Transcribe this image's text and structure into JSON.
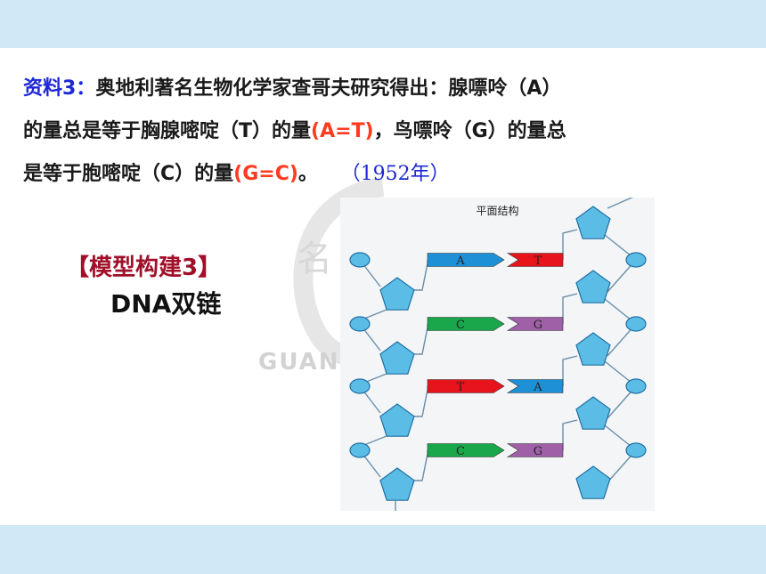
{
  "slide": {
    "material": {
      "label": "资料3：",
      "line1_text": "奥地利著名生物化学家查哥夫研究得出：腺嘌呤（A）",
      "line2_a": "的量总是等于胸腺嘧啶（T）的量",
      "line2_eq": "(A=T)",
      "line2_b": "，鸟嘌呤（G）的量总",
      "line3_a": "是等于胞嘧啶（C）的量",
      "line3_eq": "(G=C)",
      "line3_b": "。 ",
      "year": "（1952年）"
    },
    "model": {
      "title": "【模型构建3】",
      "subtitle": "DNA双链"
    },
    "watermark": {
      "char": "名",
      "word": "GUAN"
    },
    "diagram": {
      "title": "平面结构",
      "rungs": [
        {
          "left": "A",
          "right": "T",
          "left_color": "#1e90d6",
          "right_color": "#e8141b"
        },
        {
          "left": "C",
          "right": "G",
          "left_color": "#1aa64b",
          "right_color": "#a060a8"
        },
        {
          "left": "T",
          "right": "A",
          "left_color": "#e8141b",
          "right_color": "#1e90d6"
        },
        {
          "left": "C",
          "right": "G",
          "left_color": "#1aa64b",
          "right_color": "#a060a8"
        }
      ]
    }
  }
}
